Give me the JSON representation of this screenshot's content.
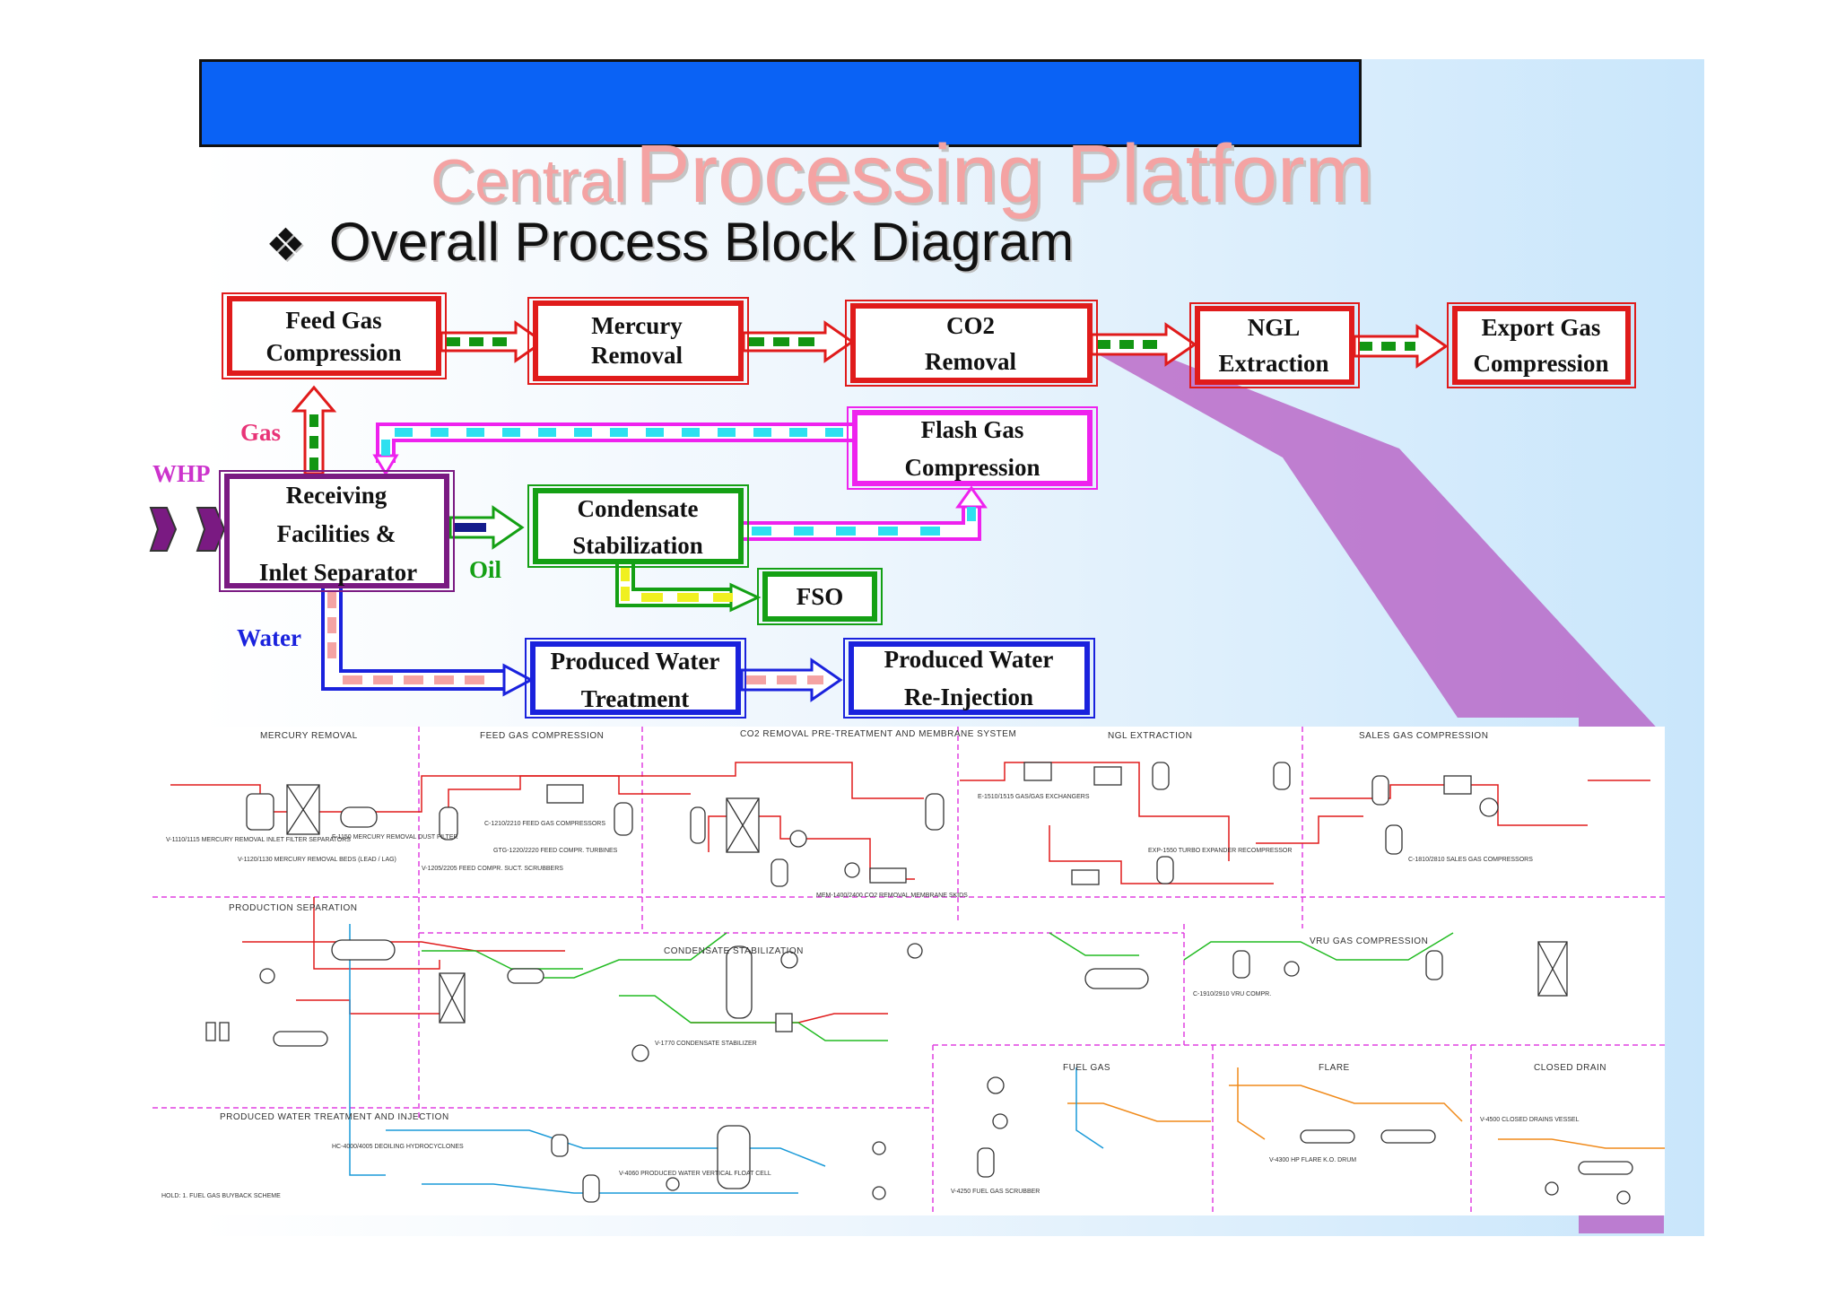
{
  "title": {
    "part1": "Central",
    "part2": "Processing Platform"
  },
  "subtitle": {
    "bullet": "❖",
    "text": "Overall Process Block Diagram"
  },
  "colors": {
    "title_bar": "#0a62f5",
    "title_text": "#f4a3a3",
    "gas_stream": "#e01b1b",
    "flash_stream": "#ee22ee",
    "oil_stream": "#14a014",
    "water_stream": "#1a22dd",
    "whp_arrow": "#7a1a82",
    "callout": "#b34fbd"
  },
  "blocks": {
    "feed_gas": [
      "Feed Gas",
      "Compression"
    ],
    "mercury": [
      "Mercury",
      "Removal"
    ],
    "co2": [
      "CO2",
      "Removal"
    ],
    "ngl": [
      "NGL",
      "Extraction"
    ],
    "export": [
      "Export Gas",
      "Compression"
    ],
    "flash": [
      "Flash Gas",
      "Compression"
    ],
    "receiving": [
      "Receiving",
      "Facilities &",
      "Inlet Separator"
    ],
    "condensate": [
      "Condensate",
      "Stabilization"
    ],
    "fso": "FSO",
    "pwt": [
      "Produced Water",
      "Treatment"
    ],
    "pwr": [
      "Produced Water",
      "Re-Injection"
    ]
  },
  "stream_labels": {
    "whp": "WHP",
    "gas": "Gas",
    "oil": "Oil",
    "water": "Water"
  },
  "pfd": {
    "sections": {
      "mercury": "MERCURY REMOVAL",
      "feed_gas": "FEED GAS COMPRESSION",
      "co2": "CO2 REMOVAL PRE-TREATMENT AND MEMBRANE SYSTEM",
      "ngl": "NGL EXTRACTION",
      "sales": "SALES GAS COMPRESSION",
      "production": "PRODUCTION SEPARATION",
      "condensate": "CONDENSATE STABILIZATION",
      "vru": "VRU GAS COMPRESSION",
      "fuel": "FUEL GAS",
      "flare": "FLARE",
      "closed_drain": "CLOSED DRAIN",
      "produced_water": "PRODUCED WATER TREATMENT AND INJECTION"
    },
    "tags": {
      "hg_sep": "V-1110/1115 MERCURY REMOVAL INLET FILTER SEPARATORS",
      "hg_beds": "V-1120/1130 MERCURY REMOVAL BEDS (LEAD / LAG)",
      "dust": "F-1150 MERCURY REMOVAL DUST FILTER",
      "suct": "V-1205/2205 FEED COMPR. SUCT. SCRUBBERS",
      "fg_comp": "C-1210/2210 FEED GAS COMPRESSORS",
      "fg_turb": "GTG-1220/2220 FEED COMPR. TURBINES",
      "membrane": "MEM-1400/2400 CO2 REMOVAL MEMBRANE SKIDS",
      "ngl_exch": "E-1510/1515 GAS/GAS EXCHANGERS",
      "turbo": "EXP-1550 TURBO EXPANDER RECOMPRESSOR",
      "sales_comp": "C-1810/2810 SALES GAS COMPRESSORS",
      "stabilizer": "V-1770 CONDENSATE STABILIZER",
      "vru_comp": "C-1910/2910 VRU COMPR.",
      "fuel_gas": "V-4250 FUEL GAS SCRUBBER",
      "flare_drum": "V-4300 HP FLARE K.O. DRUM",
      "closed_drain": "V-4500 CLOSED DRAINS VESSEL",
      "float_cell": "V-4060 PRODUCED WATER VERTICAL FLOAT CELL",
      "hydrocyclones": "HC-4000/4005 DEOILING HYDROCYCLONES",
      "note": "HOLD: 1. FUEL GAS BUYBACK SCHEME"
    }
  }
}
